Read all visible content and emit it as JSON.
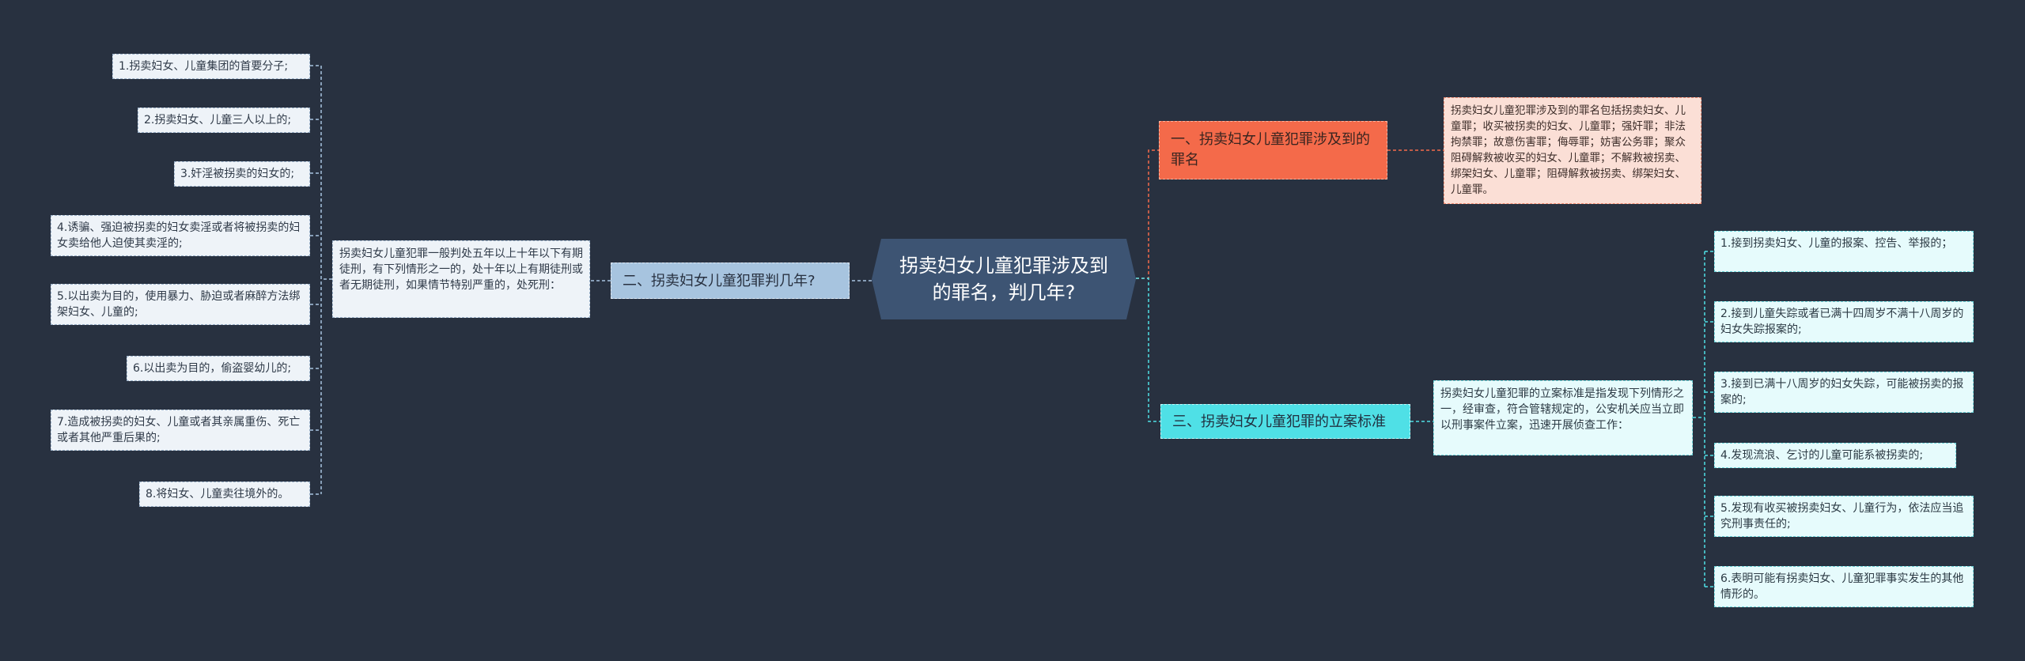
{
  "root": {
    "label": "拐卖妇女儿童犯罪涉及到的罪名，判几年?"
  },
  "branches": {
    "b1": {
      "label": "一、拐卖妇女儿童犯罪涉及到的罪名",
      "color": "#f46a4a",
      "detail": "拐卖妇女儿童犯罪涉及到的罪名包括拐卖妇女、儿童罪；收买被拐卖的妇女、儿童罪；强奸罪；非法拘禁罪；故意伤害罪；侮辱罪；妨害公务罪；聚众阻碍解救被收买的妇女、儿童罪；不解救被拐卖、绑架妇女、儿童罪；阻碍解救被拐卖、绑架妇女、儿童罪。"
    },
    "b2": {
      "label": "二、拐卖妇女儿童犯罪判几年?",
      "color": "#a7c4df",
      "detail": "拐卖妇女儿童犯罪一般判处五年以上十年以下有期徒刑，有下列情形之一的，处十年以上有期徒刑或者无期徒刑，如果情节特别严重的，处死刑：",
      "items": [
        "1.拐卖妇女、儿童集团的首要分子;",
        "2.拐卖妇女、儿童三人以上的;",
        "3.奸淫被拐卖的妇女的;",
        "4.诱骗、强迫被拐卖的妇女卖淫或者将被拐卖的妇女卖给他人迫使其卖淫的;",
        "5.以出卖为目的，使用暴力、胁迫或者麻醉方法绑架妇女、儿童的;",
        "6.以出卖为目的，偷盗婴幼儿的;",
        "7.造成被拐卖的妇女、儿童或者其亲属重伤、死亡或者其他严重后果的;",
        "8.将妇女、儿童卖往境外的。"
      ]
    },
    "b3": {
      "label": "三、拐卖妇女儿童犯罪的立案标准",
      "color": "#4fe0e6",
      "detail": "拐卖妇女儿童犯罪的立案标准是指发现下列情形之一，经审查，符合管辖规定的，公安机关应当立即以刑事案件立案，迅速开展侦查工作：",
      "items": [
        "1.接到拐卖妇女、儿童的报案、控告、举报的；",
        "2.接到儿童失踪或者已满十四周岁不满十八周岁的妇女失踪报案的;",
        "3.接到已满十八周岁的妇女失踪，可能被拐卖的报案的;",
        "4.发现流浪、乞讨的儿童可能系被拐卖的;",
        "5.发现有收买被拐卖妇女、儿童行为，依法应当追究刑事责任的;",
        "6.表明可能有拐卖妇女、儿童犯罪事实发生的其他情形的。"
      ]
    }
  }
}
